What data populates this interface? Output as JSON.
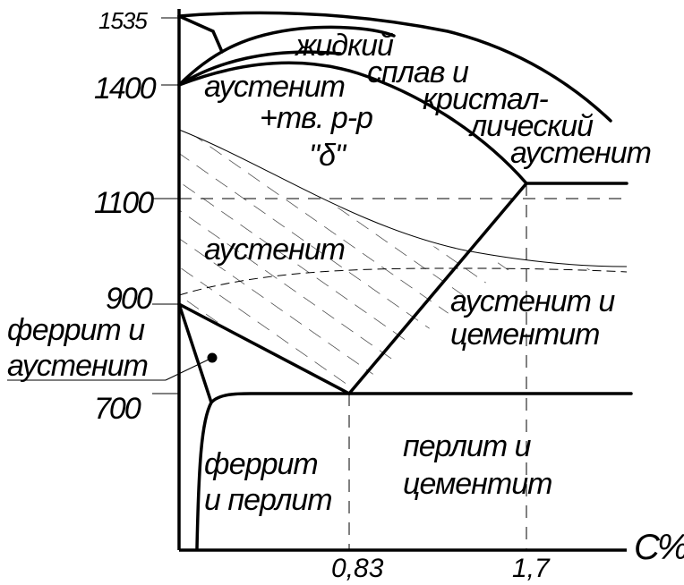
{
  "diagram": {
    "y_ticks": {
      "t1535": "1535",
      "t1400": "1400",
      "t1100": "1100",
      "t900": "900",
      "t700": "700"
    },
    "x_ticks": {
      "c083": "0,83",
      "c17": "1,7"
    },
    "x_axis_label": "C%",
    "regions": {
      "liquid": [
        "жидкий",
        "сплав и",
        "кристал-",
        "лический",
        "аустенит"
      ],
      "austenite_delta": [
        "аустенит",
        "+тв. р-р",
        "\"δ\""
      ],
      "austenite": "аустенит",
      "austenite_cementite": [
        "аустенит и",
        "цементит"
      ],
      "ferrite_austenite": [
        "феррит и",
        "аустенит"
      ],
      "ferrite_pearlite": [
        "феррит",
        "и перлит"
      ],
      "pearlite_cementite": [
        "перлит и",
        "цементит"
      ]
    }
  }
}
